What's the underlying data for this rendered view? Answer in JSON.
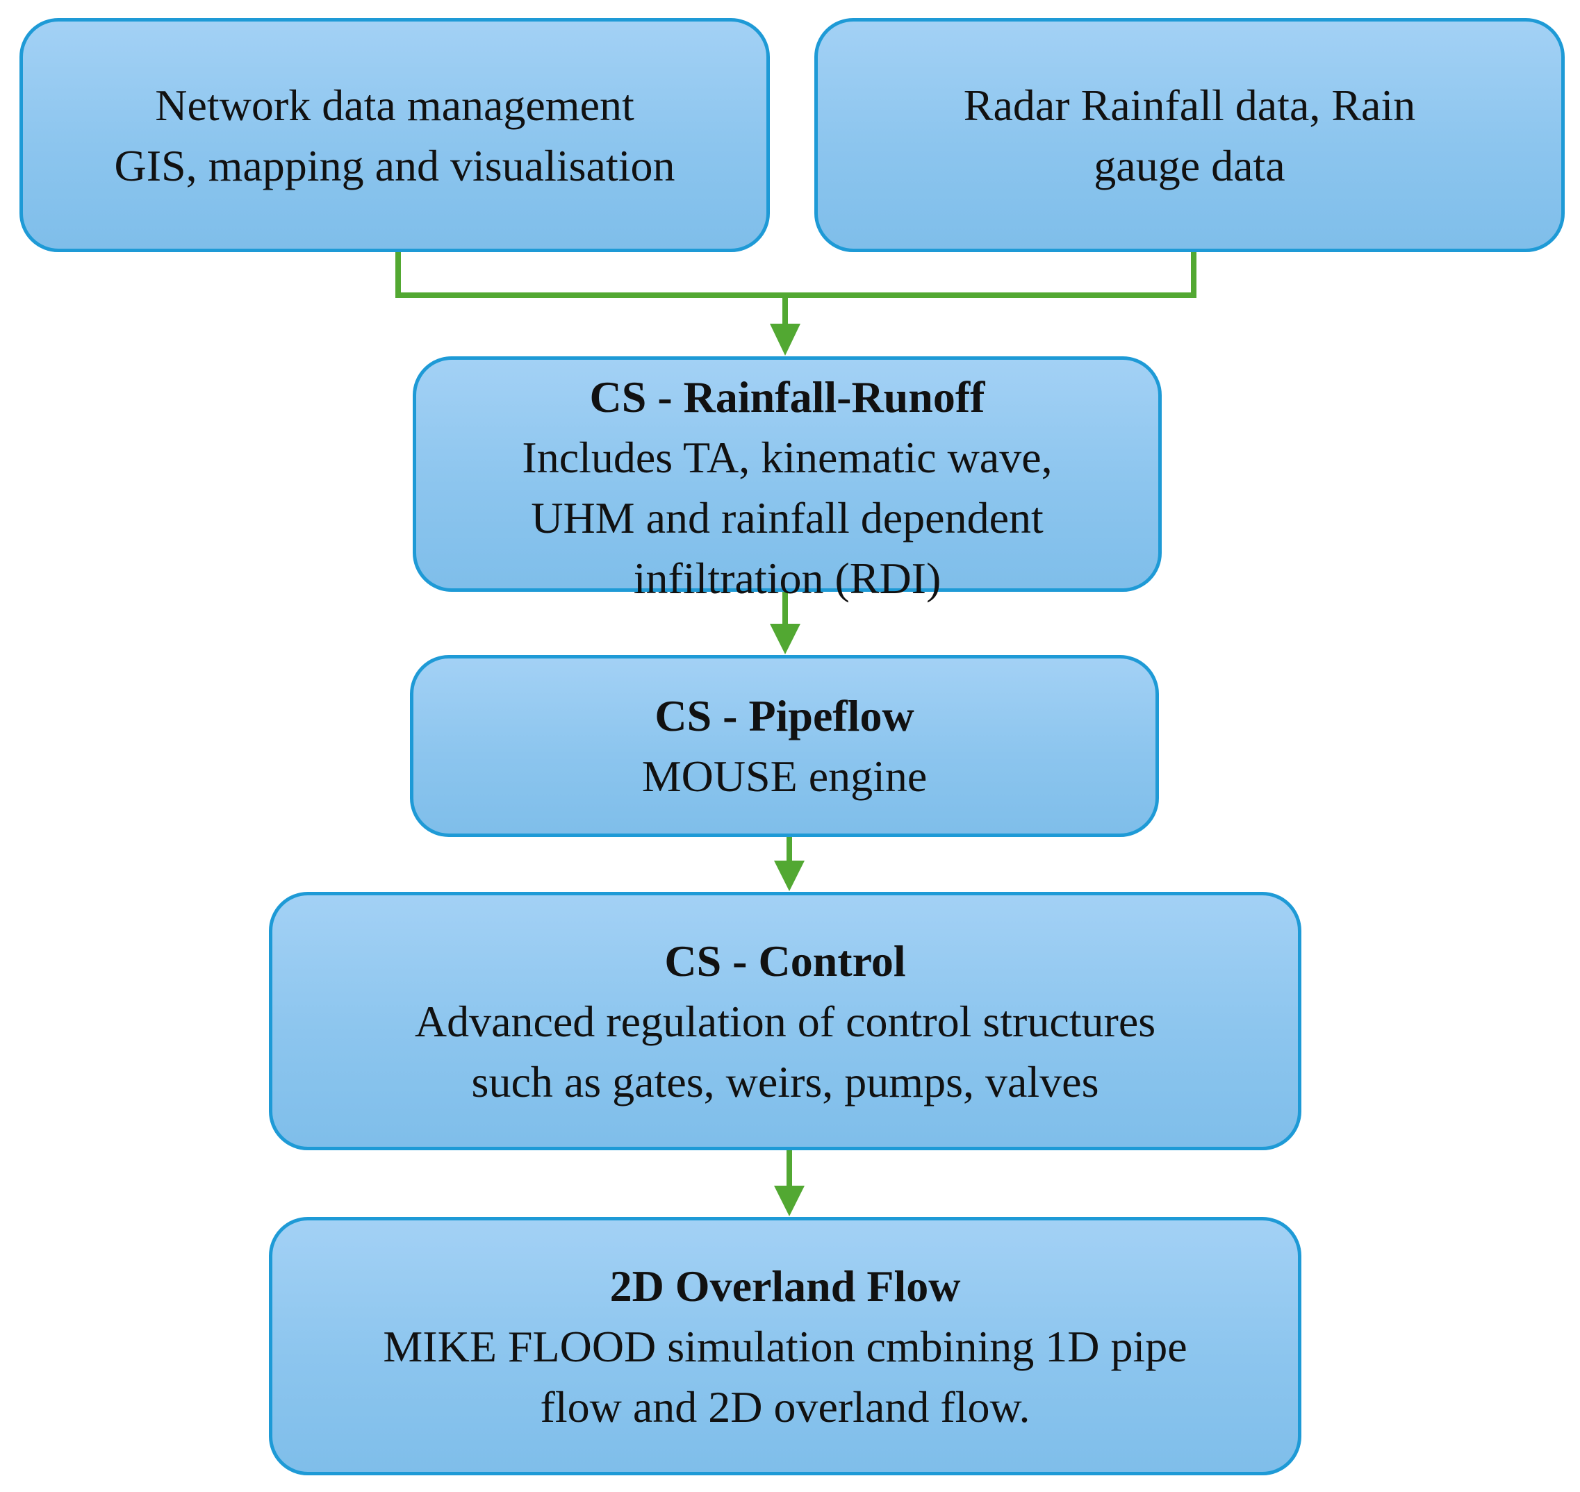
{
  "colors": {
    "box_fill_top": "#a3d1f5",
    "box_fill_bottom": "#7fbeea",
    "box_border": "#1e9ad6",
    "connector": "#52a832"
  },
  "boxes": {
    "network": {
      "lines": [
        "Network data management",
        "GIS, mapping and visualisation"
      ]
    },
    "radar": {
      "lines": [
        "Radar Rainfall data, Rain",
        "gauge data"
      ]
    },
    "rainfall_runoff": {
      "heading": "CS - Rainfall-Runoff",
      "lines": [
        "Includes TA, kinematic wave,",
        "UHM and rainfall dependent",
        "infiltration (RDI)"
      ]
    },
    "pipeflow": {
      "heading": "CS - Pipeflow",
      "lines": [
        "MOUSE engine"
      ]
    },
    "control": {
      "heading": "CS - Control",
      "lines": [
        "Advanced regulation of control structures",
        "such as gates, weirs, pumps, valves"
      ]
    },
    "overland": {
      "heading": "2D Overland Flow",
      "lines": [
        "MIKE FLOOD simulation cmbining 1D pipe",
        "flow and 2D overland flow."
      ]
    }
  }
}
